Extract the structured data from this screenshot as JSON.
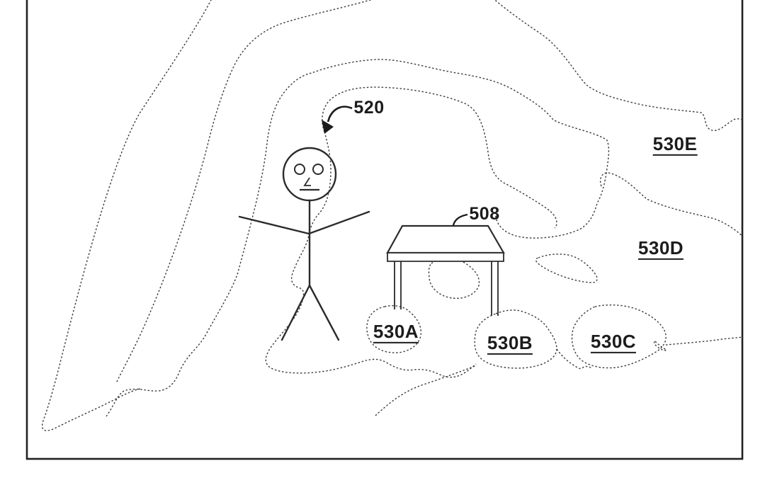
{
  "figure": {
    "type": "patent-style line drawing",
    "scene": "stick figure person standing next to a table inside dotted contour map regions",
    "labels": {
      "ref_520": "520",
      "ref_508": "508",
      "region_530A": "530A",
      "region_530B": "530B",
      "region_530C": "530C",
      "region_530D": "530D",
      "region_530E": "530E"
    },
    "annotations": {
      "ref_520_target": "dotted contour boundary near stick figure head (curved arrow)",
      "ref_508_target": "table top (curved leader line)",
      "underlined_labels": [
        "530A",
        "530B",
        "530C",
        "530D",
        "530E"
      ]
    },
    "colors": {
      "background": "#ffffff",
      "line": "#2b2b2b",
      "dotted_contour": "#3d3d3d",
      "frame": "#222222"
    }
  }
}
